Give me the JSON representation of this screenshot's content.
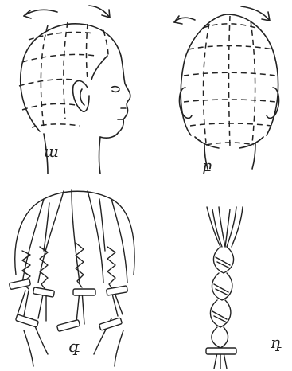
{
  "figure": {
    "labels": {
      "a": "ա",
      "b": "բ",
      "c": "գ",
      "d": "դ"
    },
    "colors": {
      "ink": "#222222",
      "paper": "#ffffff"
    }
  }
}
